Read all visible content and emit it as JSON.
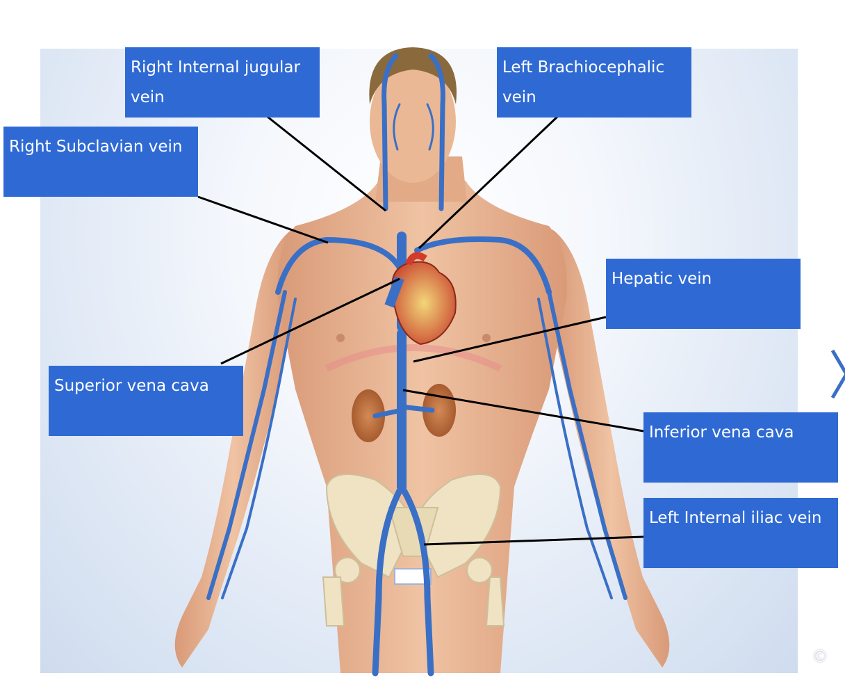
{
  "labels": {
    "right_internal_jugular": "Right Internal jugular vein",
    "left_brachiocephalic": "Left Brachiocephalic vein",
    "right_subclavian": "Right Subclavian vein",
    "hepatic": "Hepatic vein",
    "superior_vena_cava": "Superior vena cava",
    "inferior_vena_cava": "Inferior vena cava",
    "left_internal_iliac": "Left Internal iliac vein"
  },
  "copyright_symbol": "©",
  "icons": {
    "next": "chevron-right-icon"
  },
  "colors": {
    "label_bg": "#2f6ad4",
    "label_text": "#ffffff",
    "vein": "#3a6fc6",
    "skin": "#e6b08e",
    "leader_line": "#000000"
  }
}
